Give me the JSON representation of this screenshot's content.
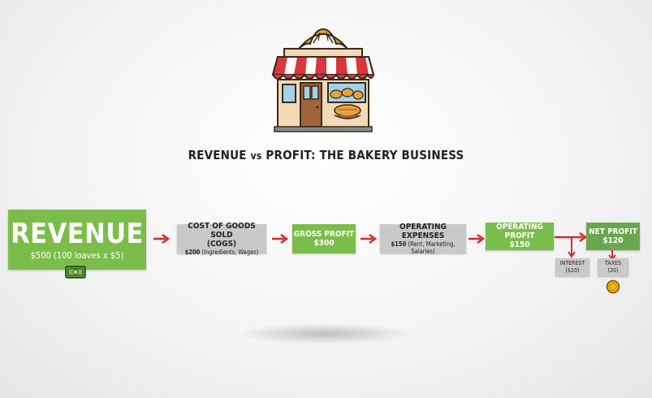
{
  "title": {
    "part1": "REVENUE",
    "vs": "vs",
    "part2": "PROFIT: THE BAKERY BUSINESS"
  },
  "revenue": {
    "title": "REVENUE",
    "detail": "$500 (100 loaves x $5)"
  },
  "cogs": {
    "title_line1": "COST OF GOODS SOLD",
    "title_line2": "(COGS)",
    "amount": "$200",
    "detail": "(Ingredients, Wages)"
  },
  "gross_profit": {
    "title": "GROSS PROFIT",
    "value": "$300"
  },
  "operating_expenses": {
    "title": "OPERATING EXPENSES",
    "amount": "$150",
    "detail": "(Rent, Marketing, Salaries)"
  },
  "operating_profit": {
    "title": "OPERATING PROFIT",
    "value": "$150"
  },
  "net_profit": {
    "title": "NET PROFIT",
    "value": "$120"
  },
  "interest": {
    "title": "INTEREST",
    "value": "($10)"
  },
  "taxes": {
    "title": "TAXES",
    "value": "(20)"
  },
  "colors": {
    "green": "#7bbd4a",
    "gray": "#c9c9c9",
    "arrow": "#d42a2a"
  },
  "icons": [
    "bakery-shop-icon",
    "croissant-icon",
    "money-bill-icon",
    "coin-icon",
    "right-arrow-icon"
  ]
}
